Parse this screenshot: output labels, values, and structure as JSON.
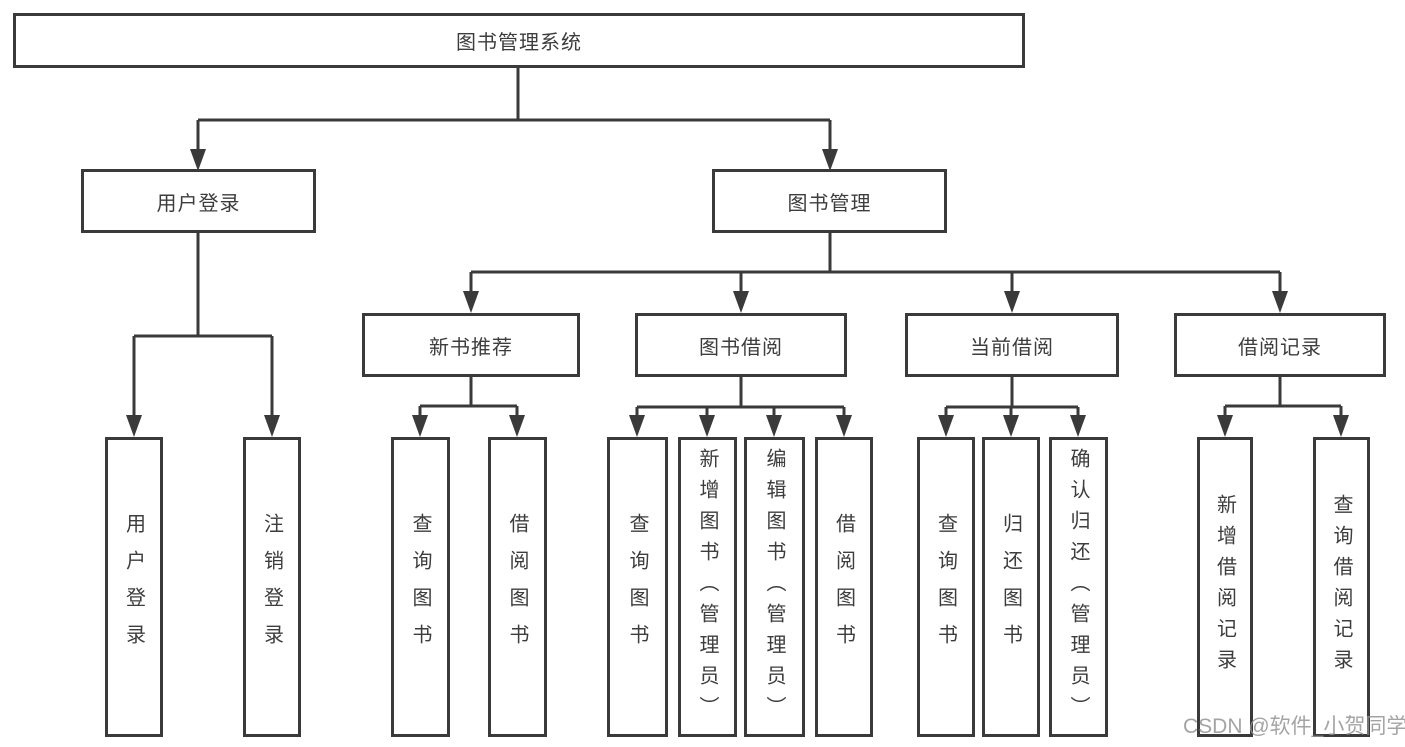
{
  "diagram_title": "图书管理系统",
  "tree": {
    "label": "图书管理系统",
    "children": [
      {
        "label": "用户登录",
        "children": [
          {
            "label": "用户登录"
          },
          {
            "label": "注销登录"
          }
        ]
      },
      {
        "label": "图书管理",
        "children": [
          {
            "label": "新书推荐",
            "children": [
              {
                "label": "查询图书"
              },
              {
                "label": "借阅图书"
              }
            ]
          },
          {
            "label": "图书借阅",
            "children": [
              {
                "label": "查询图书"
              },
              {
                "label": "新增图书（管理员）"
              },
              {
                "label": "编辑图书（管理员）"
              },
              {
                "label": "借阅图书"
              }
            ]
          },
          {
            "label": "当前借阅",
            "children": [
              {
                "label": "查询图书"
              },
              {
                "label": "归还图书"
              },
              {
                "label": "确认归还（管理员）"
              }
            ]
          },
          {
            "label": "借阅记录",
            "children": [
              {
                "label": "新增借阅记录"
              },
              {
                "label": "查询借阅记录"
              }
            ]
          }
        ]
      }
    ]
  },
  "watermark": {
    "text": "CSDN @软件_小贺同学"
  },
  "colors": {
    "line": "#3a3a3a",
    "box_border": "#3a3a3a",
    "box_fill": "#ffffff",
    "text": "#3d3d3d",
    "watermark": "#949494",
    "background": "#ffffff"
  }
}
